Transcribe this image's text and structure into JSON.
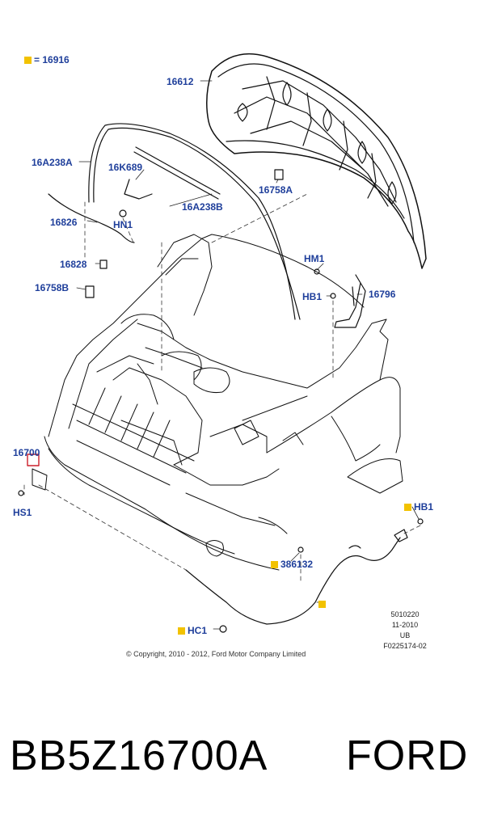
{
  "legend": {
    "marker": "■",
    "text": "= 16916",
    "marker_color": "#f2c200"
  },
  "callouts": {
    "c16612": "16612",
    "c16A238A": "16A238A",
    "c16K689": "16K689",
    "c16A238B": "16A238B",
    "c16758A": "16758A",
    "c16826": "16826",
    "cHN1": "HN1",
    "c16828": "16828",
    "c16758B": "16758B",
    "cHM1": "HM1",
    "cHB1top": "HB1",
    "c16796": "16796",
    "c16700": "16700",
    "cHS1": "HS1",
    "cHB1right": "HB1",
    "c386132": "386132",
    "cHC1": "HC1"
  },
  "label_color": "#1f3f9b",
  "drawing_meta": {
    "line1": "5010220",
    "line2": "11-2010",
    "line3": "UB",
    "line4": "F0225174-02"
  },
  "copyright": "© Copyright, 2010 - 2012, Ford Motor Company Limited",
  "part_number": "BB5Z16700A",
  "brand": "FORD"
}
